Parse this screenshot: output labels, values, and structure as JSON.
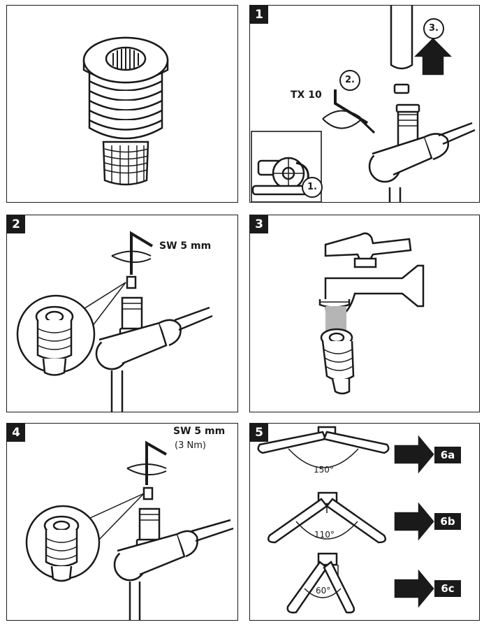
{
  "panels": [
    {
      "step": ""
    },
    {
      "step": "1",
      "labels": {
        "tool": "TX 10",
        "s1": "1.",
        "s2": "2.",
        "s3": "3."
      }
    },
    {
      "step": "2",
      "labels": {
        "tool": "SW 5 mm"
      }
    },
    {
      "step": "3"
    },
    {
      "step": "4",
      "labels": {
        "tool": "SW 5 mm",
        "torque": "(3 Nm)"
      }
    },
    {
      "step": "5",
      "options": [
        {
          "angle": "150°",
          "target": "6a"
        },
        {
          "angle": "110°",
          "target": "6b"
        },
        {
          "angle": "60°",
          "target": "6c"
        }
      ]
    }
  ],
  "colors": {
    "ink": "#1a1a1a",
    "paper": "#ffffff",
    "shade": "#b5b5b5"
  }
}
